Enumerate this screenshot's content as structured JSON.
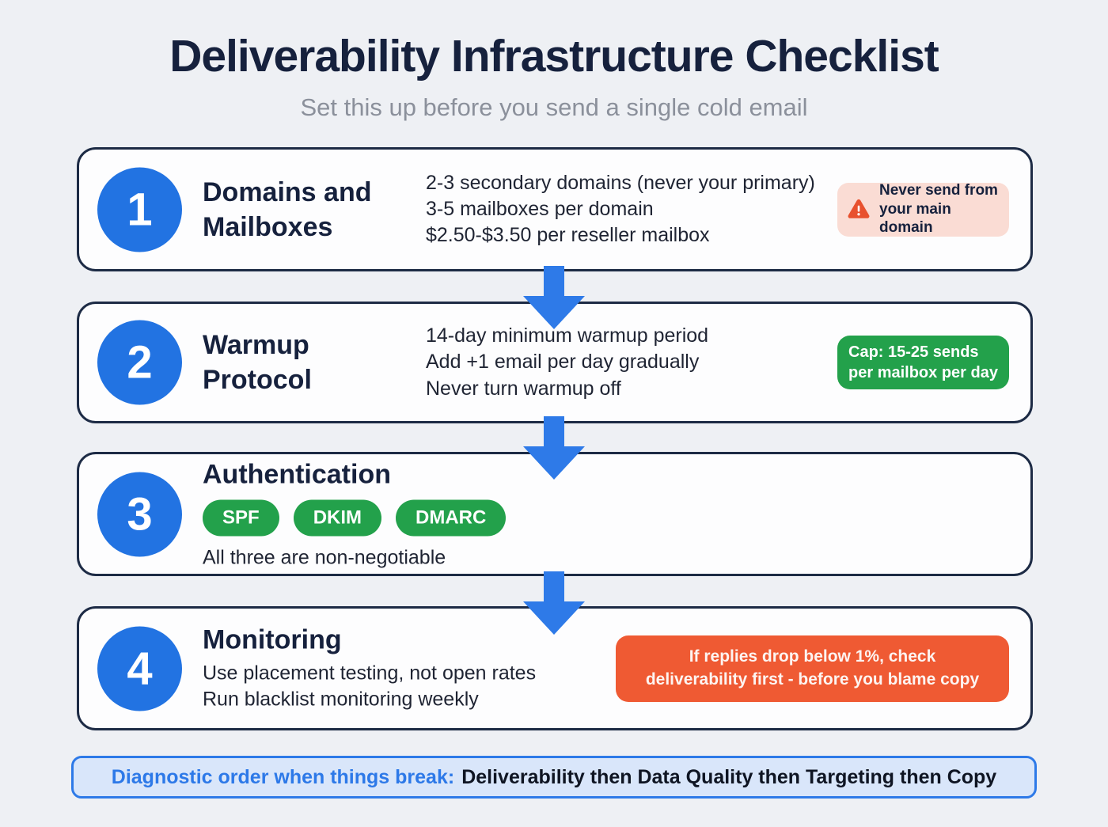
{
  "page": {
    "title": "Deliverability Infrastructure Checklist",
    "subtitle": "Set this up before you send a single cold email"
  },
  "sections": [
    {
      "number": "1",
      "title": "Domains and\nMailboxes",
      "details": [
        "2-3 secondary domains (never your primary)",
        "3-5 mailboxes per domain",
        "$2.50-$3.50 per reseller mailbox"
      ],
      "badge": {
        "icon": "warning-triangle-icon",
        "text": "Never send from\nyour main domain"
      }
    },
    {
      "number": "2",
      "title": "Warmup\nProtocol",
      "details": [
        "14-day minimum warmup period",
        "Add +1 email per day gradually",
        "Never turn warmup off"
      ],
      "badge": {
        "text": "Cap: 15-25 sends\nper mailbox per day"
      }
    },
    {
      "number": "3",
      "title": "Authentication",
      "pills": [
        "SPF",
        "DKIM",
        "DMARC"
      ],
      "caption": "All three are non-negotiable"
    },
    {
      "number": "4",
      "title": "Monitoring",
      "details": [
        "Use placement testing, not open rates",
        "Run blacklist monitoring weekly"
      ],
      "badge": {
        "text": "If replies drop below 1%, check\ndeliverability first - before you blame copy"
      }
    }
  ],
  "footer": {
    "label": "Diagnostic order when things break:",
    "text": "Deliverability then Data Quality then Targeting then Copy"
  },
  "colors": {
    "background": "#eef0f4",
    "card_border": "#1d2b45",
    "step_circle_blue": "#2273e2",
    "arrow_blue": "#2e7ae8",
    "green": "#23a14b",
    "orange_red": "#ef5a33",
    "warning_bg": "#fadcd4",
    "warning_icon": "#e8512e",
    "footer_bg": "#d9e6fa",
    "footer_blue_text": "#2d79e8",
    "title_navy": "#16213d",
    "subtitle_gray": "#8b909b"
  }
}
